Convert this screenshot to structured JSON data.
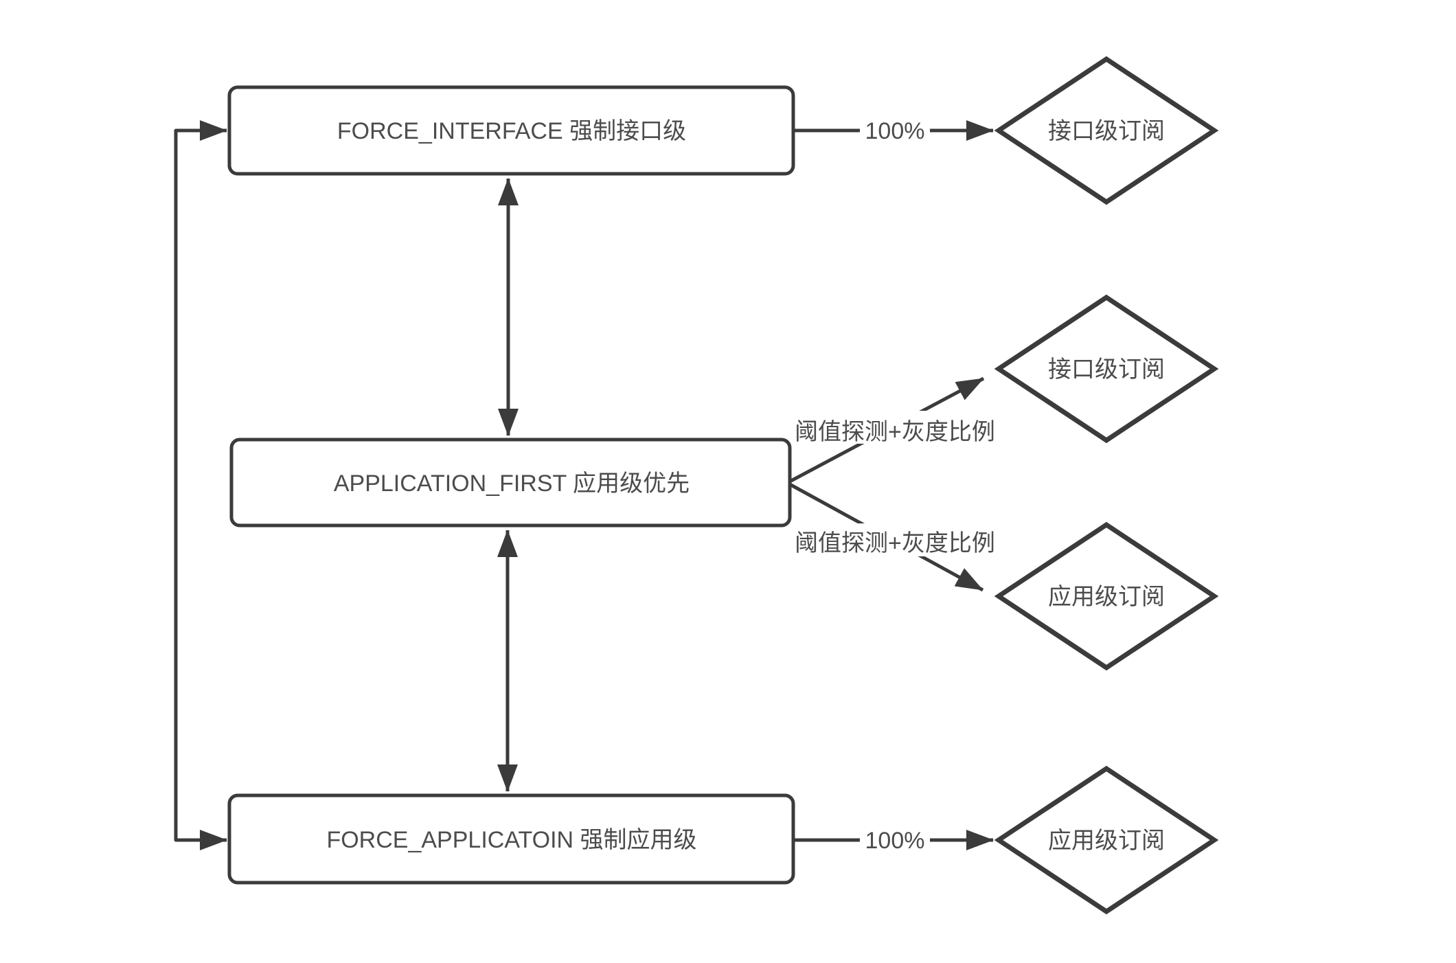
{
  "diagram": {
    "colors": {
      "stroke": "#3b3b3b",
      "text": "#4c4c4c",
      "background": "#ffffff"
    },
    "nodes": {
      "boxes": [
        {
          "label": "FORCE_INTERFACE 强制接口级"
        },
        {
          "label": "APPLICATION_FIRST 应用级优先"
        },
        {
          "label": "FORCE_APPLICATOIN 强制应用级"
        }
      ],
      "diamonds": [
        {
          "label": "接口级订阅"
        },
        {
          "label": "接口级订阅"
        },
        {
          "label": "应用级订阅"
        },
        {
          "label": "应用级订阅"
        }
      ]
    },
    "edges": {
      "force_interface_to_interface_sub": {
        "label": "100%"
      },
      "app_first_to_interface_sub": {
        "label": "阈值探测+灰度比例"
      },
      "app_first_to_app_sub": {
        "label": "阈值探测+灰度比例"
      },
      "force_application_to_app_sub": {
        "label": "100%"
      }
    }
  }
}
